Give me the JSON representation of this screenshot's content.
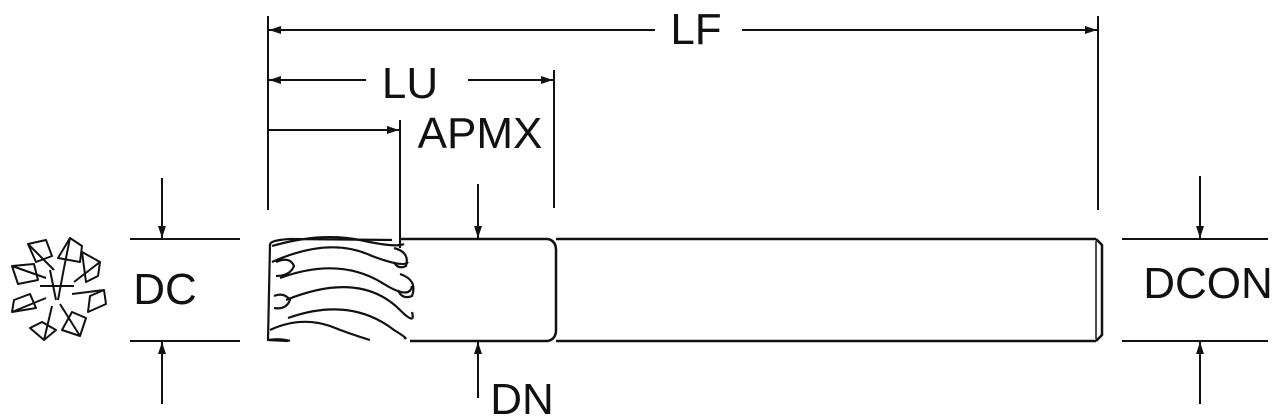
{
  "labels": {
    "lf": "LF",
    "lu": "LU",
    "apmx": "APMX",
    "dc": "DC",
    "dn": "DN",
    "dcon": "DCON"
  },
  "colors": {
    "line": "#111111",
    "background": "#ffffff"
  }
}
